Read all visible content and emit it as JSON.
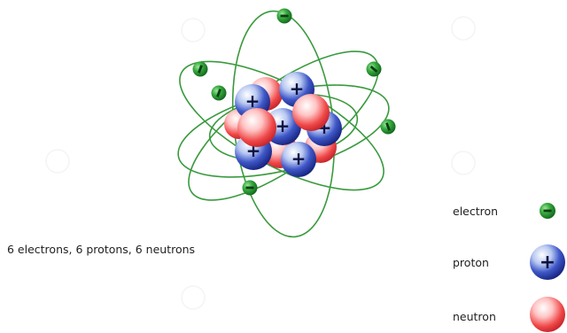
{
  "caption": "6 electrons, 6 protons, 6 neutrons",
  "legend": {
    "electron": "electron",
    "proton": "proton",
    "neutron": "neutron"
  },
  "particles": {
    "electron": {
      "symbol": "−",
      "color": "#2e9a3a"
    },
    "proton": {
      "symbol": "+",
      "color": "#1f2f9e"
    },
    "neutron": {
      "symbol": "",
      "color": "#e0303a"
    }
  },
  "orbit_color": "#3a9a3e"
}
